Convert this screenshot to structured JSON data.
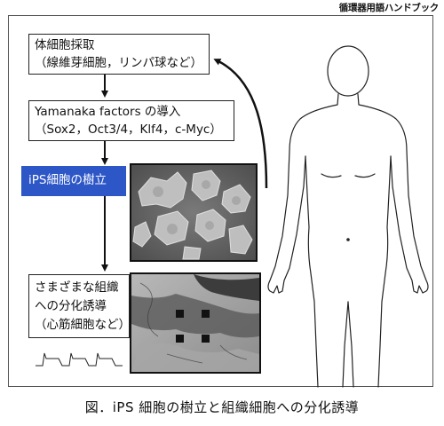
{
  "header": {
    "title": "循環器用語ハンドブック"
  },
  "steps": [
    {
      "lines": [
        "体細胞採取",
        "（線維芽細胞，リンパ球など）"
      ]
    },
    {
      "lines": [
        "Yamanaka factors の導入",
        "（Sox2，Oct3/4，Klf4，c-Myc）"
      ]
    },
    {
      "lines": [
        "iPS細胞の樹立"
      ]
    },
    {
      "lines": [
        "さまざまな組織",
        "への分化誘導",
        "（心筋細胞など）"
      ]
    }
  ],
  "caption": "図．iPS 細胞の樹立と組織細胞への分化誘導",
  "colors": {
    "highlight": "#2d56c7",
    "line": "#111111"
  },
  "icons": [
    "body-outline-icon",
    "ecg-waveform-icon",
    "ips-colony-photo",
    "cardiomyocyte-photo"
  ]
}
